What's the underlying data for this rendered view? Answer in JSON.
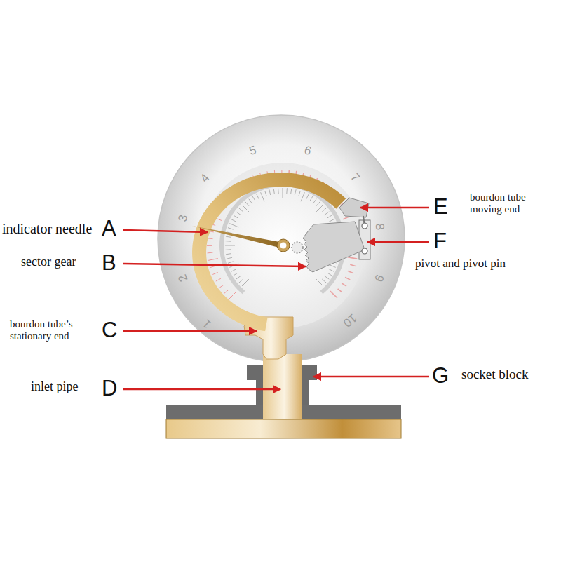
{
  "diagram": {
    "labels": [
      "indicator needle",
      "A",
      "sector gear",
      "B",
      "bourdon tube’s stationary end",
      "C",
      "inlet pipe",
      "D",
      "bourdon tube moving end",
      "E",
      "pivot and pivot pin",
      "F",
      "socket block",
      "G",
      "1",
      "2",
      "3",
      "4",
      "5",
      "6",
      "7",
      "8",
      "9",
      "10"
    ]
  }
}
